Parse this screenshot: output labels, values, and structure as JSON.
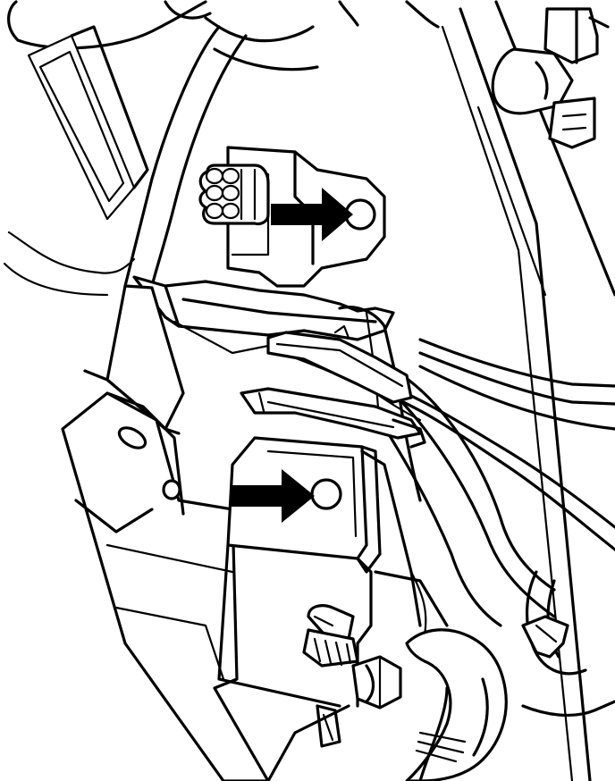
{
  "figure": {
    "style": "black line-art technical illustration",
    "background_color": "#ffffff",
    "line_color": "#000000",
    "callouts": [
      {
        "id": "upper-mounting-hole",
        "icon": "arrow-right-icon"
      },
      {
        "id": "lower-mounting-hole",
        "icon": "arrow-right-icon"
      }
    ]
  }
}
